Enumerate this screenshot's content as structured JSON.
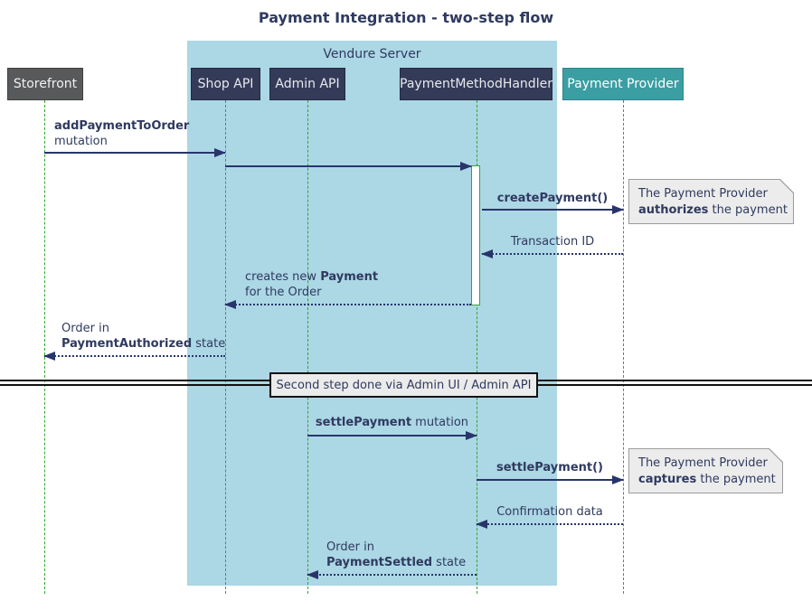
{
  "title": "Payment Integration - two-step flow",
  "container": {
    "label": "Vendure Server"
  },
  "participants": {
    "storefront": "Storefront",
    "shop_api": "Shop API",
    "admin_api": "Admin API",
    "payment_method_handler": "PaymentMethodHandler",
    "payment_provider": "Payment Provider"
  },
  "messages": {
    "add_payment": {
      "bold": "addPaymentToOrder",
      "line2": "mutation"
    },
    "create_payment": {
      "bold": "createPayment()"
    },
    "transaction_id": {
      "text": "Transaction ID"
    },
    "creates_payment": {
      "pre": "creates new ",
      "bold": "Payment",
      "line2": "for the Order"
    },
    "order_authorized": {
      "line1": "Order in",
      "bold": "PaymentAuthorized",
      "post": " state"
    },
    "settle_mutation": {
      "bold": "settlePayment",
      "post": " mutation"
    },
    "settle_call": {
      "bold": "settlePayment()"
    },
    "confirmation": {
      "text": "Confirmation data"
    },
    "order_settled": {
      "line1": "Order in",
      "bold": "PaymentSettled",
      "post": " state"
    }
  },
  "divider": {
    "label": "Second step done via Admin UI / Admin API"
  },
  "notes": {
    "authorize": {
      "line1": "The Payment Provider",
      "bold": "authorizes",
      "post": " the payment"
    },
    "capture": {
      "line1": "The Payment Provider",
      "bold": "captures",
      "post": " the payment"
    }
  },
  "colors": {
    "participant_navy": "#343B58",
    "participant_gray": "#58595B",
    "participant_teal": "#3B9EA3",
    "server_container": "#ACD7E5",
    "lifeline_green": "#32A52F",
    "arrow_navy": "#28356A",
    "text_navy": "#2F3A5F",
    "note_background": "#ECECEC"
  }
}
